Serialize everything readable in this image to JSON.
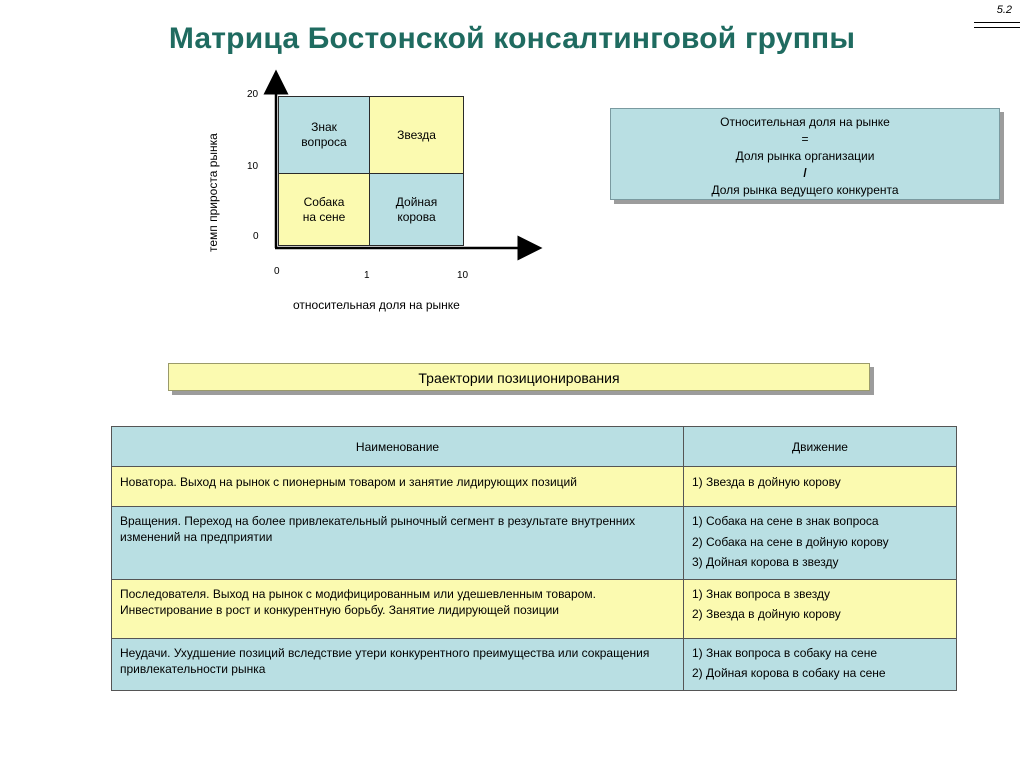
{
  "slide_number": "5.2",
  "title": "Матрица Бостонской консалтинговой группы",
  "matrix": {
    "cells": {
      "top_left": "Знак вопроса",
      "top_right": "Звезда",
      "bottom_left": "Собака на сене",
      "bottom_right": "Дойная корова"
    },
    "y_axis_label": "темп прироста рынка",
    "x_axis_label": "относительная доля на рынке",
    "y_ticks": [
      "20",
      "10",
      "0"
    ],
    "x_ticks": [
      "0",
      "1",
      "10"
    ]
  },
  "formula": {
    "line1": "Относительная доля на рынке",
    "line2": "=",
    "line3": "Доля рынка организации",
    "line4": "/",
    "line5": "Доля рынка ведущего конкурента"
  },
  "banner": "Траектории позиционирования",
  "table": {
    "headers": [
      "Наименование",
      "Движение"
    ],
    "rows": [
      {
        "name": "Новатора. Выход на рынок с пионерным товаром и занятие лидирующих позиций",
        "moves": [
          "1) Звезда в дойную корову"
        ]
      },
      {
        "name": "Вращения. Переход на более привлекательный рыночный сегмент в результате внутренних изменений на предприятии",
        "moves": [
          "1) Собака на сене в знак вопроса",
          "2) Собака на сене в дойную корову",
          "3) Дойная корова в звезду"
        ]
      },
      {
        "name": "Последователя. Выход на рынок с модифицированным или удешевленным товаром. Инвестирование в рост и конкурентную борьбу. Занятие лидирующей позиции",
        "moves": [
          "1) Знак вопроса в звезду",
          "2) Звезда в дойную корову"
        ]
      },
      {
        "name": "Неудачи. Ухудшение позиций вследствие утери конкурентного преимущества или сокращения привлекательности рынка",
        "moves": [
          "1) Знак вопроса в собаку на сене",
          "2) Дойная корова в собаку на сене"
        ]
      }
    ]
  },
  "colors": {
    "title": "#1f6b60",
    "cell_blue": "#b9dfe3",
    "cell_yellow": "#fbfab0"
  }
}
